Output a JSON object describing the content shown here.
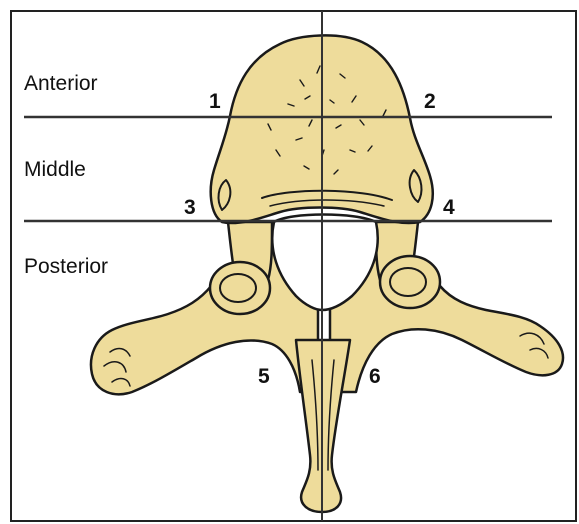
{
  "colors": {
    "bone": "#eedc9b",
    "bone_shade": "#d9c27a",
    "outline": "#1a1a1a",
    "grid_line": "#333333",
    "border": "#222222"
  },
  "regions": {
    "anterior": "Anterior",
    "middle": "Middle",
    "posterior": "Posterior"
  },
  "markers": {
    "m1": "1",
    "m2": "2",
    "m3": "3",
    "m4": "4",
    "m5": "5",
    "m6": "6"
  }
}
